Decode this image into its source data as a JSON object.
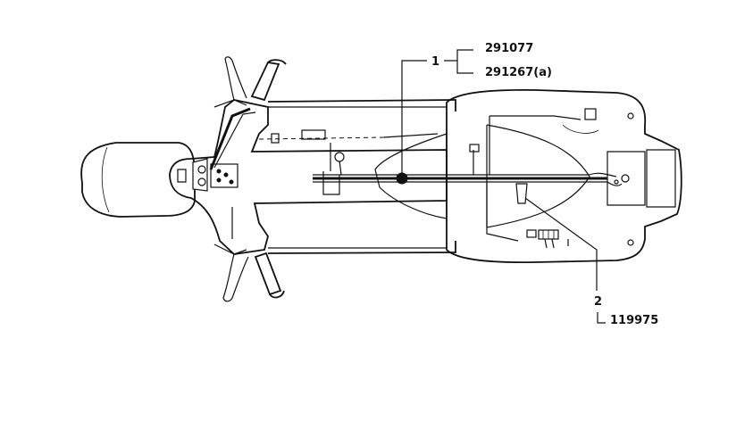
{
  "callouts": [
    {
      "number": "1",
      "parts": [
        "291077",
        "291267(a)"
      ]
    },
    {
      "number": "2",
      "parts": [
        "119975"
      ]
    }
  ],
  "icons": [
    "scooter-top-view-drawing",
    "wiring-harness",
    "cable-clip"
  ]
}
